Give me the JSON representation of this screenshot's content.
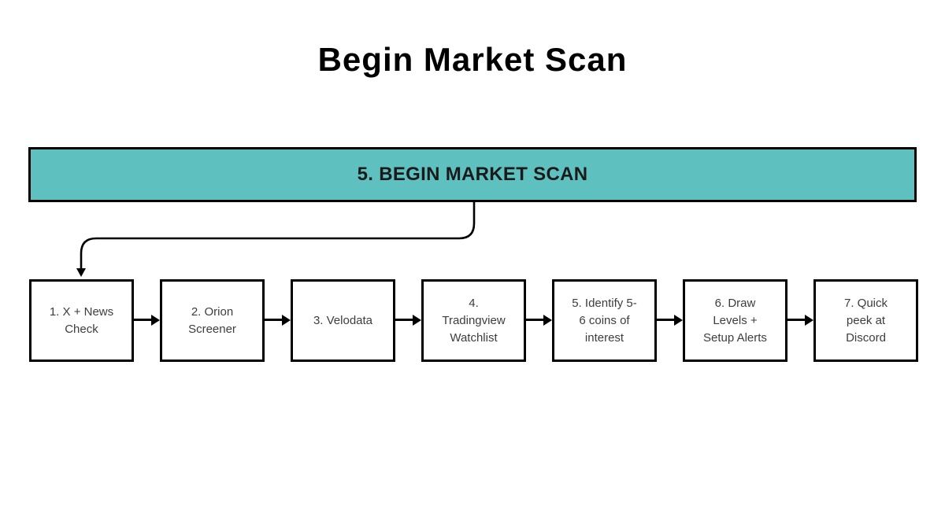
{
  "title": {
    "text": "Begin Market Scan"
  },
  "banner": {
    "label": "5. BEGIN MARKET SCAN",
    "fill_color": "#5FC0C0",
    "border_color": "#000000",
    "text_color": "#1a1a1a"
  },
  "flow": {
    "steps": [
      {
        "label": "1. X + News\nCheck"
      },
      {
        "label": "2. Orion\nScreener"
      },
      {
        "label": "3. Velodata"
      },
      {
        "label": "4.\nTradingview\nWatchlist"
      },
      {
        "label": "5. Identify 5-\n6 coins of\ninterest"
      },
      {
        "label": "6. Draw\nLevels +\nSetup Alerts"
      },
      {
        "label": "7. Quick\npeek at\nDiscord"
      }
    ],
    "box_fill_color": "#ffffff",
    "box_border_color": "#000000",
    "box_text_color": "#3d3d3d",
    "connector_color": "#000000"
  }
}
